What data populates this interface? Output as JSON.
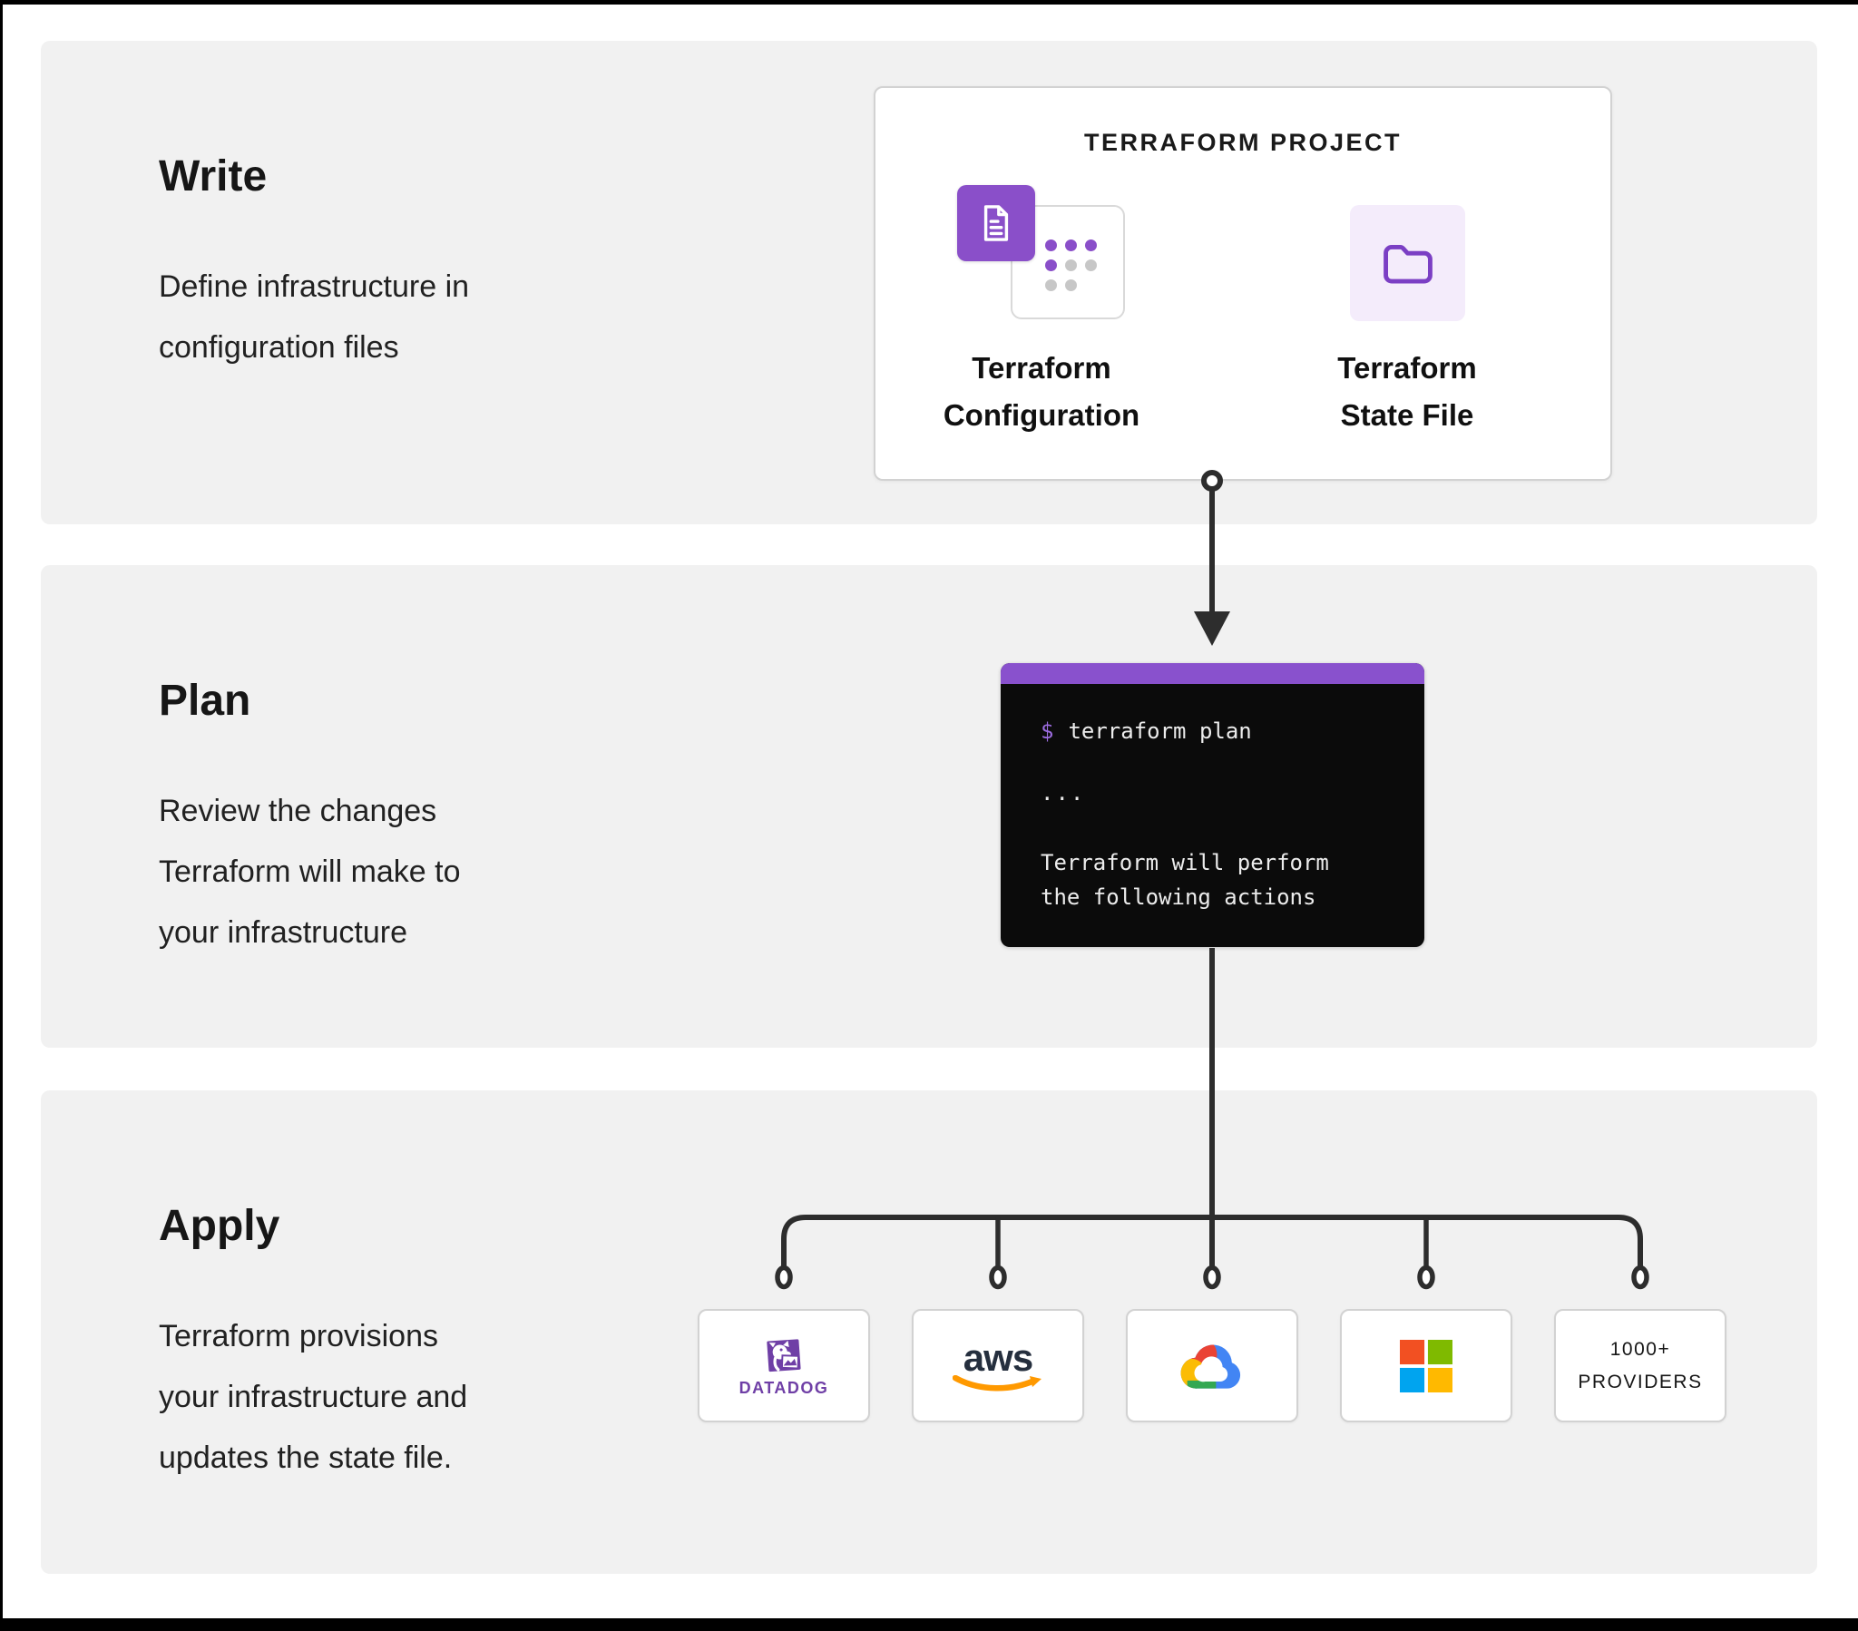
{
  "sections": {
    "write": {
      "title": "Write",
      "body": [
        "Define infrastructure in",
        "configuration files"
      ]
    },
    "plan": {
      "title": "Plan",
      "body": [
        "Review the changes",
        "Terraform will make to",
        "your infrastructure"
      ]
    },
    "apply": {
      "title": "Apply",
      "body": [
        "Terraform provisions",
        "your infrastructure and",
        "updates the state file."
      ]
    }
  },
  "project_card": {
    "title": "TERRAFORM PROJECT",
    "items": [
      {
        "icon": "terraform-configuration-icon",
        "label_lines": [
          "Terraform",
          "Configuration"
        ]
      },
      {
        "icon": "terraform-state-folder-icon",
        "label_lines": [
          "Terraform",
          "State File"
        ]
      }
    ]
  },
  "terminal": {
    "prompt": "$",
    "command": "terraform plan",
    "ellipsis": "...",
    "output": [
      "Terraform will perform",
      "the following actions"
    ]
  },
  "providers": [
    {
      "name": "datadog",
      "icon": "datadog-logo",
      "label": "DATADOG"
    },
    {
      "name": "aws",
      "icon": "aws-logo",
      "wordmark": "aws"
    },
    {
      "name": "google-cloud",
      "icon": "google-cloud-logo"
    },
    {
      "name": "microsoft",
      "icon": "microsoft-logo"
    },
    {
      "name": "more-providers",
      "label_lines": [
        "1000+",
        "PROVIDERS"
      ]
    }
  ],
  "colors": {
    "section_bg": "#f1f1f1",
    "accent_purple": "#8a4fc9",
    "terminal_bar_purple": "#8951cd",
    "terminal_bg": "#0b0b0b",
    "terminal_text": "#ececec",
    "terminal_prompt": "#9c6ce0",
    "connector": "#2d2d2d",
    "folder_tile_bg": "#f4ecfb",
    "datadog_purple": "#6f3fa6",
    "aws_navy": "#252f3e",
    "aws_orange": "#ff9900",
    "ms_red": "#f25022",
    "ms_green": "#7fba00",
    "ms_blue": "#00a4ef",
    "ms_yellow": "#ffb900",
    "gcp_red": "#ea4335",
    "gcp_yellow": "#fbbc04",
    "gcp_blue": "#4285f4",
    "gcp_green": "#34a853"
  }
}
